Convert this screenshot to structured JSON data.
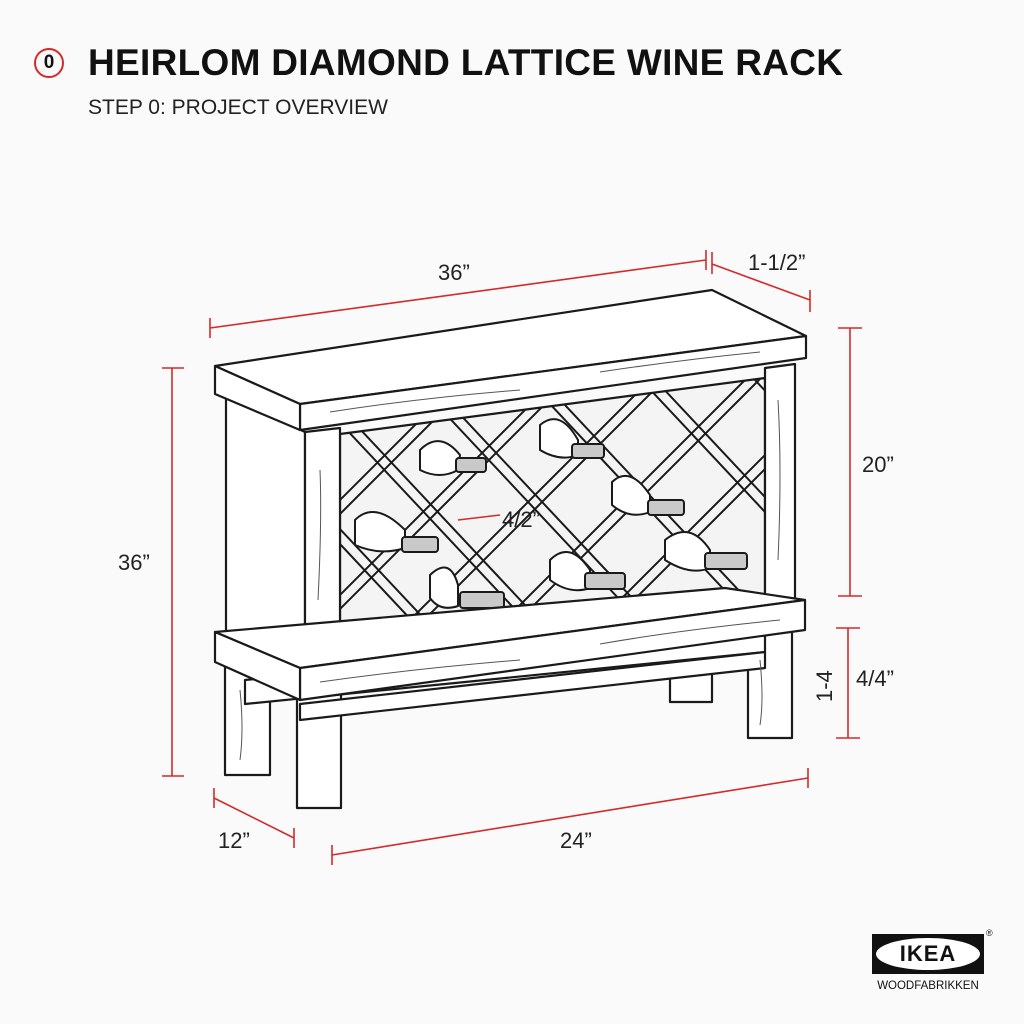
{
  "header": {
    "step_number": "0",
    "title": "HEIRLOM DIAMOND LATTICE WINE RACK",
    "subtitle": "STEP 0: PROJECT OVERVIEW"
  },
  "dimensions": {
    "top_width": "36”",
    "top_thickness": "1-1/2”",
    "overall_height": "36”",
    "lattice_height": "20”",
    "lattice_spacing": "4/2”",
    "leg_label_vertical": "1-4",
    "leg_height": "4/4”",
    "depth": "12”",
    "base_width": "24”"
  },
  "brand": {
    "logo_text": "IKEA",
    "registered": "®",
    "tagline": "WOODFABRIKKEN"
  },
  "colors": {
    "dimension_line": "#d42a2a",
    "outline": "#1a1a1a"
  }
}
